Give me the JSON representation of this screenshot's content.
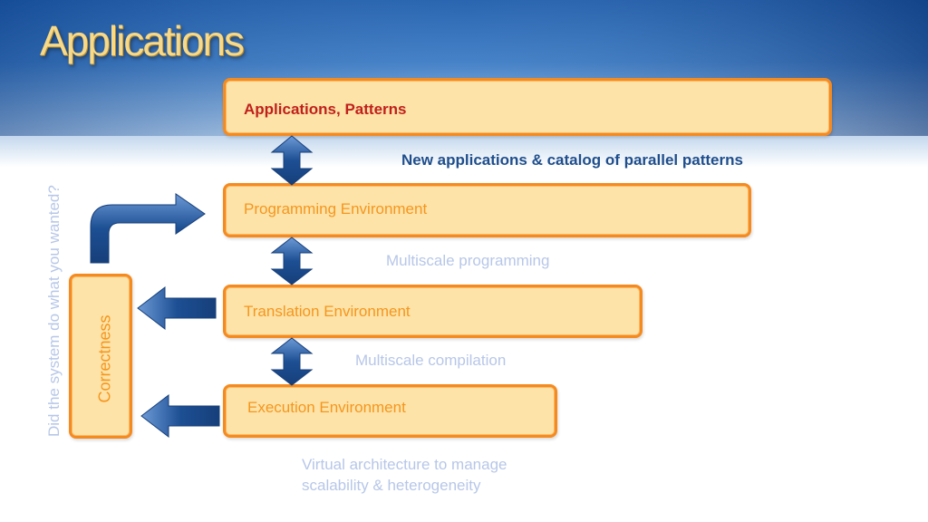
{
  "slide": {
    "title": "Applications",
    "side_question": "Did the system do what you wanted?",
    "correctness_label": "Correctness"
  },
  "boxes": [
    {
      "label": "Applications, Patterns"
    },
    {
      "label": "Programming Environment"
    },
    {
      "label": "Translation Environment"
    },
    {
      "label": "Execution Environment"
    }
  ],
  "notes": [
    {
      "text": "New applications & catalog of parallel patterns"
    },
    {
      "text": "Multiscale programming"
    },
    {
      "text": "Multiscale compilation"
    },
    {
      "text": "Virtual architecture to manage"
    },
    {
      "text": "scalability & heterogeneity"
    }
  ],
  "colors": {
    "box_fill": "#fde3a8",
    "box_border": "#f58a1f",
    "arrow_blue": "#1d4f94",
    "title_gold": "#f6d98a"
  }
}
